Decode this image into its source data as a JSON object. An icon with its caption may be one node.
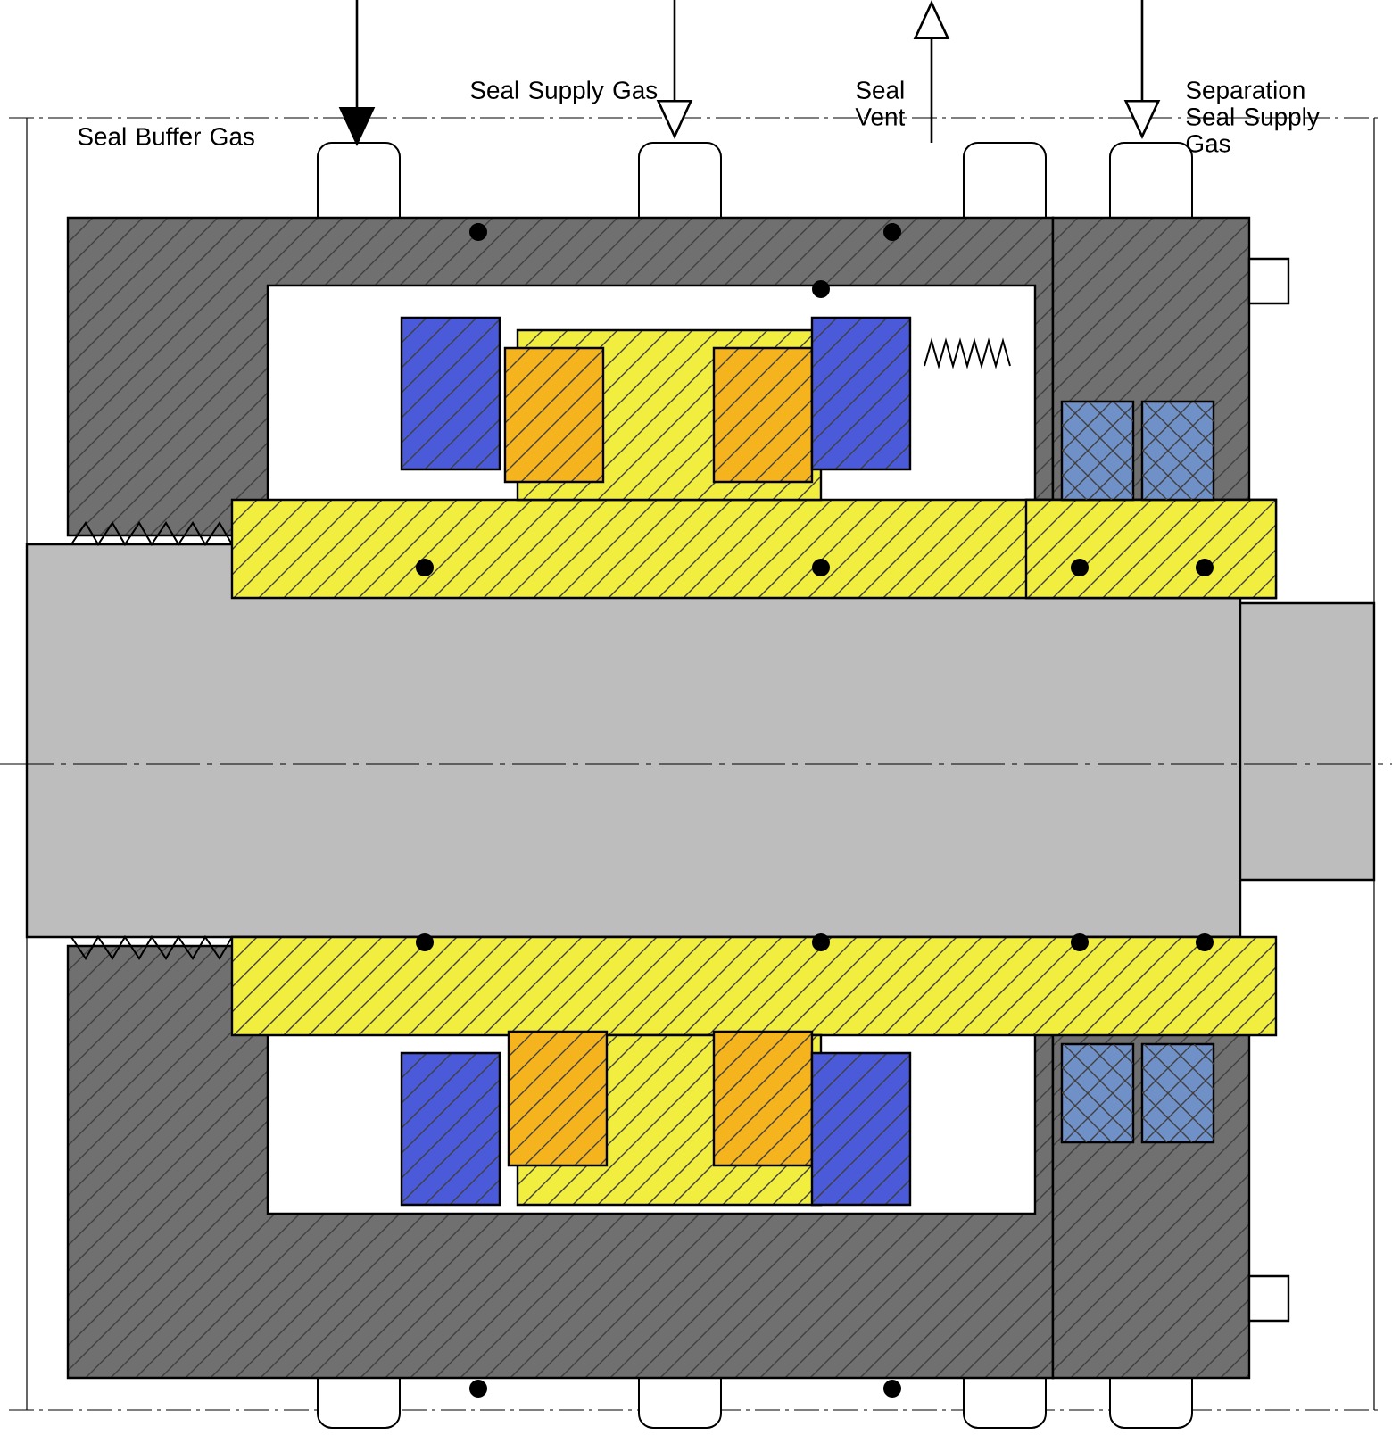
{
  "diagram": {
    "labels": [
      "Seal Buffer Gas",
      "Seal Supply Gas",
      "Seal Vent",
      "Separation Seal Supply Gas"
    ]
  }
}
